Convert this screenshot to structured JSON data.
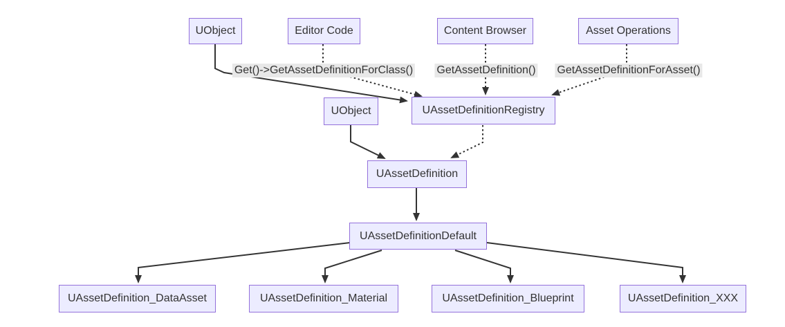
{
  "diagram": {
    "type": "flowchart",
    "colors": {
      "background": "#ffffff",
      "node_fill": "#ECECFF",
      "node_border": "#9370DB",
      "text": "#333333",
      "edge": "#333333",
      "edge_label_bg": "#e8e8e8"
    },
    "nodes": {
      "uobject_top": {
        "label": "UObject"
      },
      "editor_code": {
        "label": "Editor Code"
      },
      "content_browser": {
        "label": "Content Browser"
      },
      "asset_operations": {
        "label": "Asset Operations"
      },
      "uobject_mid": {
        "label": "UObject"
      },
      "registry": {
        "label": "UAssetDefinitionRegistry"
      },
      "uasset_definition": {
        "label": "UAssetDefinition"
      },
      "uasset_definition_default": {
        "label": "UAssetDefinitionDefault"
      },
      "def_data_asset": {
        "label": "UAssetDefinition_DataAsset"
      },
      "def_material": {
        "label": "UAssetDefinition_Material"
      },
      "def_blueprint": {
        "label": "UAssetDefinition_Blueprint"
      },
      "def_xxx": {
        "label": "UAssetDefinition_XXX"
      }
    },
    "edge_labels": {
      "get_for_class": {
        "text": "Get()->GetAssetDefinitionForClass()"
      },
      "get_asset_definition": {
        "text": "GetAssetDefinition()"
      },
      "get_for_asset": {
        "text": "GetAssetDefinitionForAsset()"
      }
    },
    "edges": [
      {
        "from": "UObject",
        "to": "UAssetDefinitionRegistry",
        "style": "solid",
        "label": "Get()->GetAssetDefinitionForClass()"
      },
      {
        "from": "Editor Code",
        "to": "UAssetDefinitionRegistry",
        "style": "dotted",
        "label": "Get()->GetAssetDefinitionForClass()"
      },
      {
        "from": "Content Browser",
        "to": "UAssetDefinitionRegistry",
        "style": "dotted",
        "label": "GetAssetDefinition()"
      },
      {
        "from": "Asset Operations",
        "to": "UAssetDefinitionRegistry",
        "style": "dotted",
        "label": "GetAssetDefinitionForAsset()"
      },
      {
        "from": "UObject",
        "to": "UAssetDefinition",
        "style": "solid"
      },
      {
        "from": "UAssetDefinitionRegistry",
        "to": "UAssetDefinition",
        "style": "dotted"
      },
      {
        "from": "UAssetDefinition",
        "to": "UAssetDefinitionDefault",
        "style": "solid"
      },
      {
        "from": "UAssetDefinitionDefault",
        "to": "UAssetDefinition_DataAsset",
        "style": "solid"
      },
      {
        "from": "UAssetDefinitionDefault",
        "to": "UAssetDefinition_Material",
        "style": "solid"
      },
      {
        "from": "UAssetDefinitionDefault",
        "to": "UAssetDefinition_Blueprint",
        "style": "solid"
      },
      {
        "from": "UAssetDefinitionDefault",
        "to": "UAssetDefinition_XXX",
        "style": "solid"
      }
    ]
  }
}
